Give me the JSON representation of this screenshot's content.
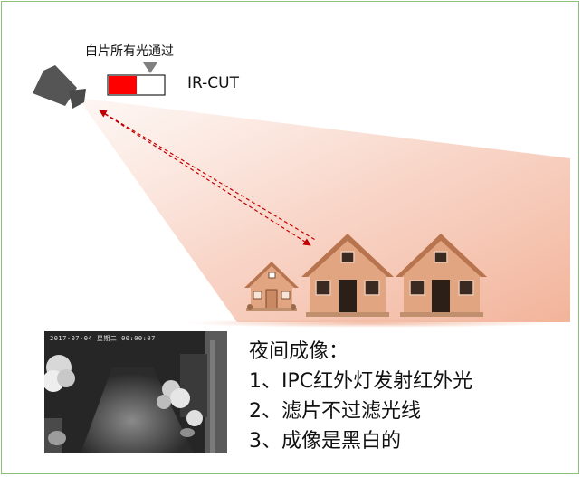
{
  "filter_status": {
    "label": "白片所有光通过",
    "ircut_label": "IR-CUT"
  },
  "night_imaging": {
    "heading": "夜间成像：",
    "steps": [
      "1、IPC红外灯发射红外光",
      "2、滤片不过滤光线",
      "3、成像是黑白的"
    ]
  },
  "night_photo": {
    "timestamp": "2017-07-04 星期二 00:00:07"
  },
  "colors": {
    "beam": "#f3b49c",
    "ray": "#c00000",
    "filter_red": "#ff0000",
    "camera": "#555555",
    "house_wall": "#e2a581",
    "house_roof": "#b8744e",
    "frame_border": "#8fbf7a"
  }
}
